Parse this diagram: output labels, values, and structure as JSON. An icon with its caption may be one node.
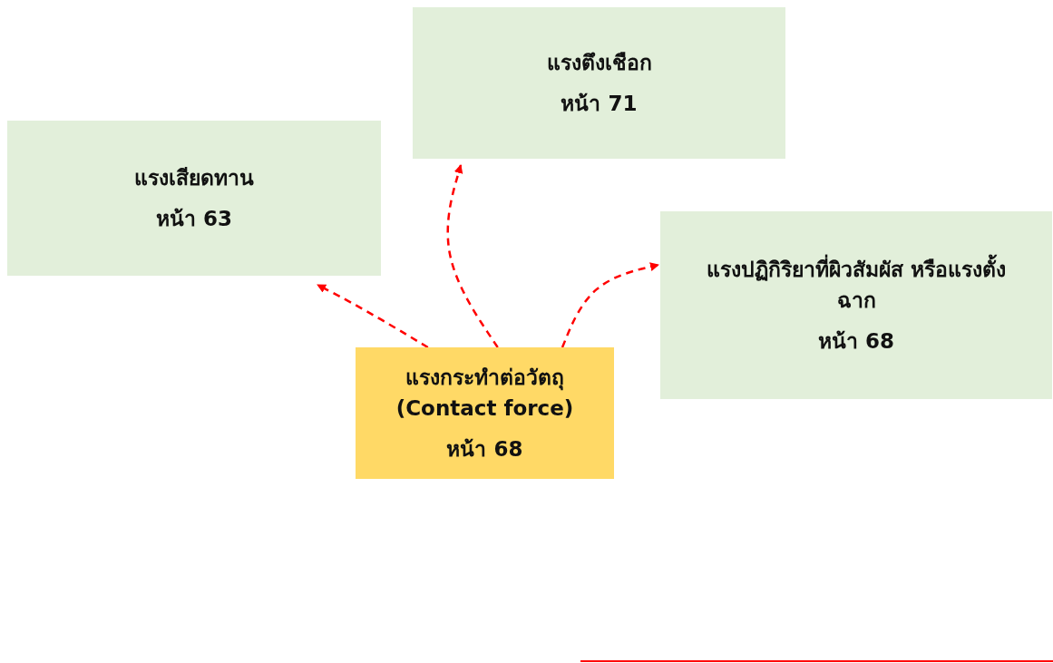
{
  "diagram": {
    "nodes": [
      {
        "text": [
          "แรงตึงเชือก",
          "หน้า 71"
        ]
      },
      {
        "text": [
          "แรงเสียดทาน",
          "หน้า 63"
        ]
      },
      {
        "text": [
          "แรงปฏิกิริยาที่ผิวสัมผัส หรือแรงตั้งฉาก",
          "หน้า 68"
        ]
      },
      {
        "text": [
          "แรงกระทำต่อวัตถุ (Contact force)",
          "หน้า 68"
        ]
      }
    ],
    "edges": [
      {
        "from": 3,
        "to": 1,
        "arrow": "to",
        "style": "dashed"
      },
      {
        "from": 3,
        "to": 0,
        "arrow": "to",
        "style": "dashed"
      },
      {
        "from": 3,
        "to": 2,
        "arrow": "to",
        "style": "dashed"
      }
    ]
  }
}
